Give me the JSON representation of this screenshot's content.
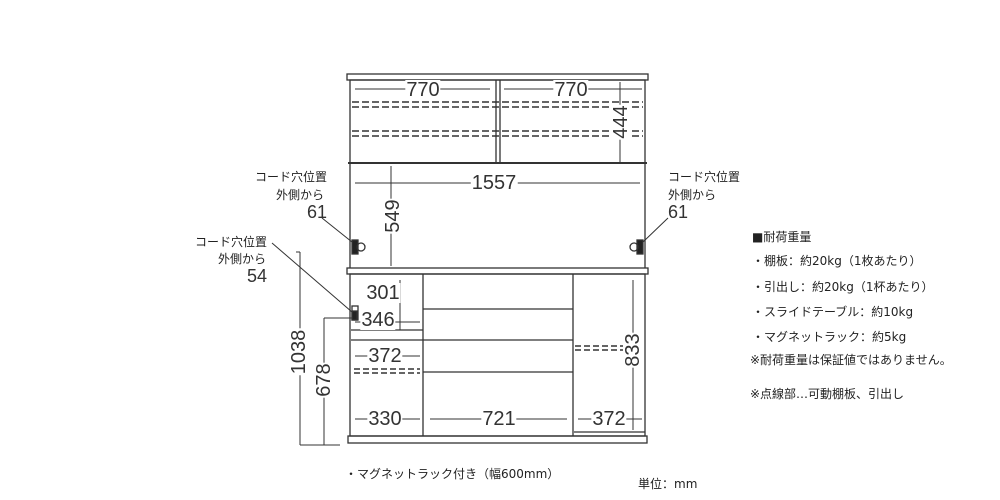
{
  "dimensions": {
    "upper_left_width": "770",
    "upper_right_width": "770",
    "upper_height": "444",
    "inner_width": "1557",
    "open_height": "549",
    "small_drawer_height": "301",
    "cord_hole_height": "346",
    "left_drawer_width": "372",
    "left_bottom_width": "330",
    "center_width": "721",
    "right_width": "372",
    "right_height": "833",
    "counter_height": "1038",
    "slide_table_height": "678"
  },
  "cord_labels": {
    "left_upper": {
      "line1": "コード穴位置",
      "line2": "外側から",
      "value": "61"
    },
    "right_upper": {
      "line1": "コード穴位置",
      "line2": "外側から",
      "value": "61"
    },
    "left_lower": {
      "line1": "コード穴位置",
      "line2": "外側から",
      "value": "54"
    }
  },
  "load_info": {
    "title": "■耐荷重量",
    "items": [
      "・棚板：約20kg（1枚あたり）",
      "・引出し：約20kg（1杯あたり）",
      "・スライドテーブル：約10kg",
      "・マグネットラック：約5kg"
    ],
    "disclaimer": "※耐荷重量は保証値ではありません。",
    "dotted_note": "※点線部…可動棚板、引出し"
  },
  "footer": {
    "magnet_rack": "・マグネットラック付き（幅600mm）",
    "unit": "単位：mm"
  }
}
